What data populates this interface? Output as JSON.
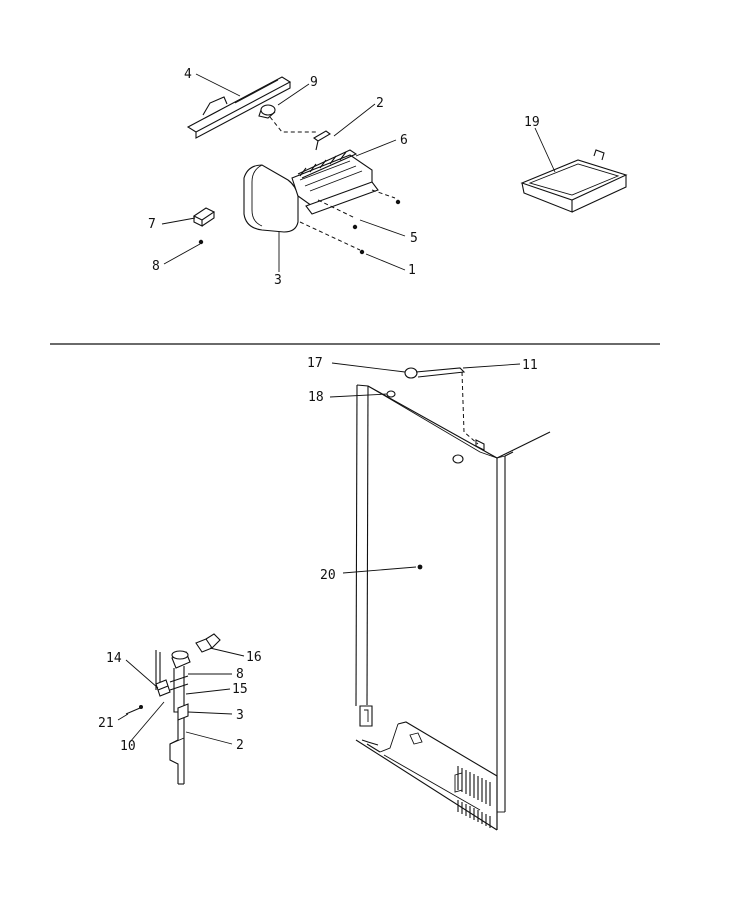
{
  "callouts": {
    "c4": "4",
    "c9": "9",
    "c2_top": "2",
    "c6": "6",
    "c19": "19",
    "c7": "7",
    "c8_top": "8",
    "c3_top": "3",
    "c5": "5",
    "c1": "1",
    "c17": "17",
    "c11": "11",
    "c18": "18",
    "c20": "20",
    "c14": "14",
    "c16": "16",
    "c8_bottom": "8",
    "c15": "15",
    "c21": "21",
    "c3_bottom": "3",
    "c10": "10",
    "c2_bottom": "2"
  }
}
